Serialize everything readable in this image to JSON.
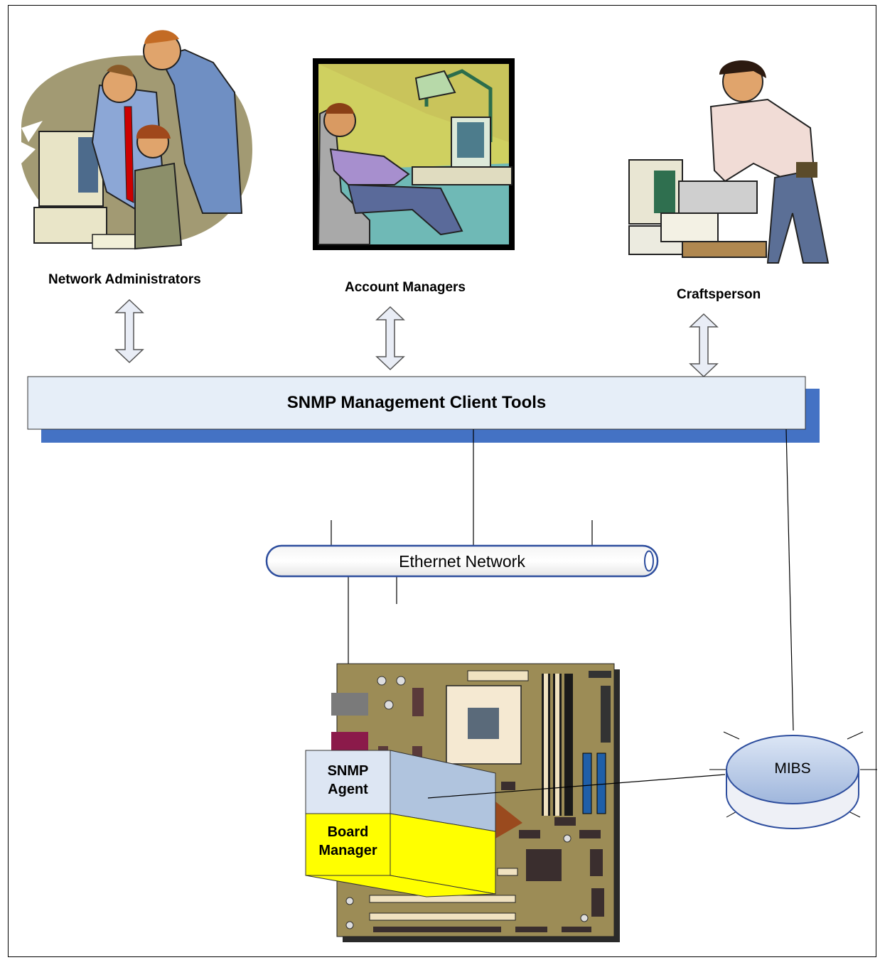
{
  "roles": {
    "network_admins": "Network Administrators",
    "account_managers": "Account Managers",
    "craftsperson": "Craftsperson"
  },
  "snmp_tools": "SNMP Management Client Tools",
  "ethernet": "Ethernet Network",
  "agent_box": {
    "top_label_line1": "SNMP",
    "top_label_line2": "Agent",
    "bottom_label_line1": "Board",
    "bottom_label_line2": "Manager"
  },
  "mibs": "MIBS",
  "colors": {
    "tools_bar_fill": "#e6eef8",
    "tools_bar_shadow": "#4472c4",
    "agent_light": "#dde6f3",
    "agent_side": "#b0c4de",
    "manager_yellow": "#ffff00",
    "board": "#9c8c56",
    "mibs_fill": "#b5c9e8"
  }
}
